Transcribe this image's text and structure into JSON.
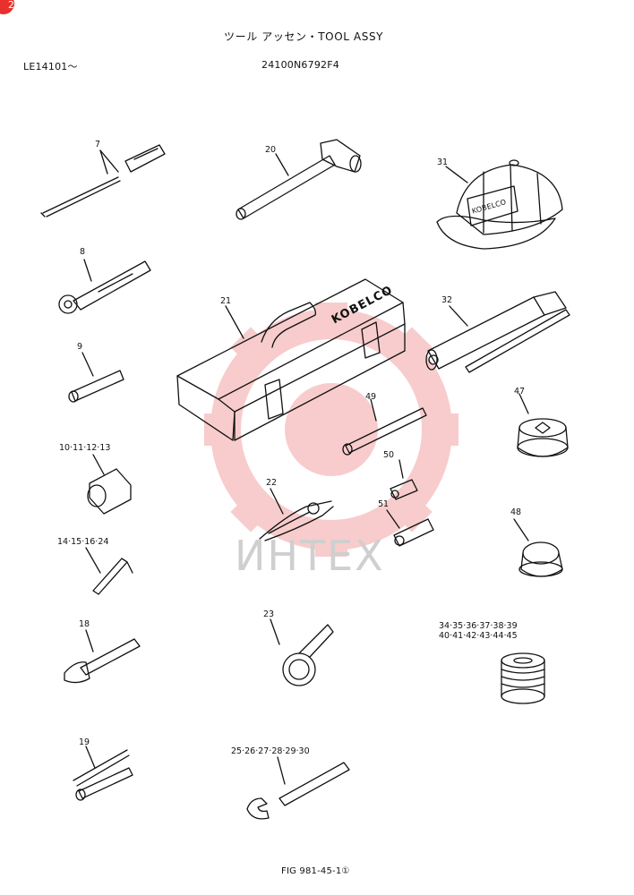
{
  "header": {
    "title": "ツール アッセン・TOOL ASSY",
    "serial_range": "LE14101〜",
    "part_number": "24100N6792F4"
  },
  "watermark": {
    "text": "ИНТЕХ",
    "color": "#f08080"
  },
  "badge": {
    "text": "2"
  },
  "brand_text": {
    "toolbox": "KOBELCO",
    "cap": "KOBELCO"
  },
  "callouts": {
    "c7": "7",
    "c8": "8",
    "c9": "9",
    "c10": "10·11·12·13",
    "c14": "14·15·16·24",
    "c18": "18",
    "c19": "19",
    "c20": "20",
    "c21": "21",
    "c22": "22",
    "c23": "23",
    "c25": "25·26·27·28·29·30",
    "c31": "31",
    "c32": "32",
    "c34a": "34·35·36·37·38·39",
    "c34b": "40·41·42·43·44·45",
    "c47": "47",
    "c48": "48",
    "c49": "49",
    "c50": "50",
    "c51": "51"
  },
  "footer": {
    "figure": "FIG 981-45-1①"
  }
}
